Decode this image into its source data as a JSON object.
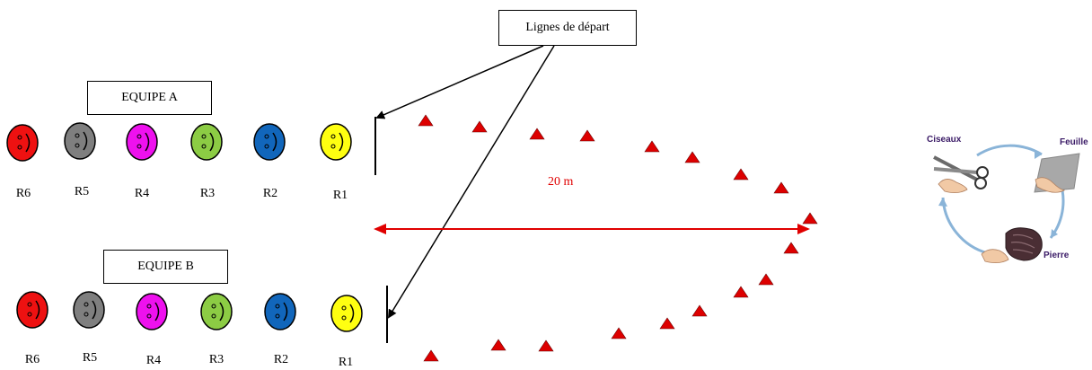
{
  "start_label": "Lignes de départ",
  "teams": [
    {
      "name": "EQUIPE A",
      "runners": [
        {
          "label": "R6",
          "color": "#ee1111"
        },
        {
          "label": "R5",
          "color": "#7f7f7f"
        },
        {
          "label": "R4",
          "color": "#ee11ee"
        },
        {
          "label": "R3",
          "color": "#8ccc44"
        },
        {
          "label": "R2",
          "color": "#1166bb"
        },
        {
          "label": "R1",
          "color": "#ffff11"
        }
      ]
    },
    {
      "name": "EQUIPE B",
      "runners": [
        {
          "label": "R6",
          "color": "#ee1111"
        },
        {
          "label": "R5",
          "color": "#7f7f7f"
        },
        {
          "label": "R4",
          "color": "#ee11ee"
        },
        {
          "label": "R3",
          "color": "#8ccc44"
        },
        {
          "label": "R2",
          "color": "#1166bb"
        },
        {
          "label": "R1",
          "color": "#ffff11"
        }
      ]
    }
  ],
  "distance_label": "20 m",
  "cone_color": "#dd0000",
  "rps": {
    "scissors": "Ciseaux",
    "paper": "Feuille",
    "rock": "Pierre"
  }
}
